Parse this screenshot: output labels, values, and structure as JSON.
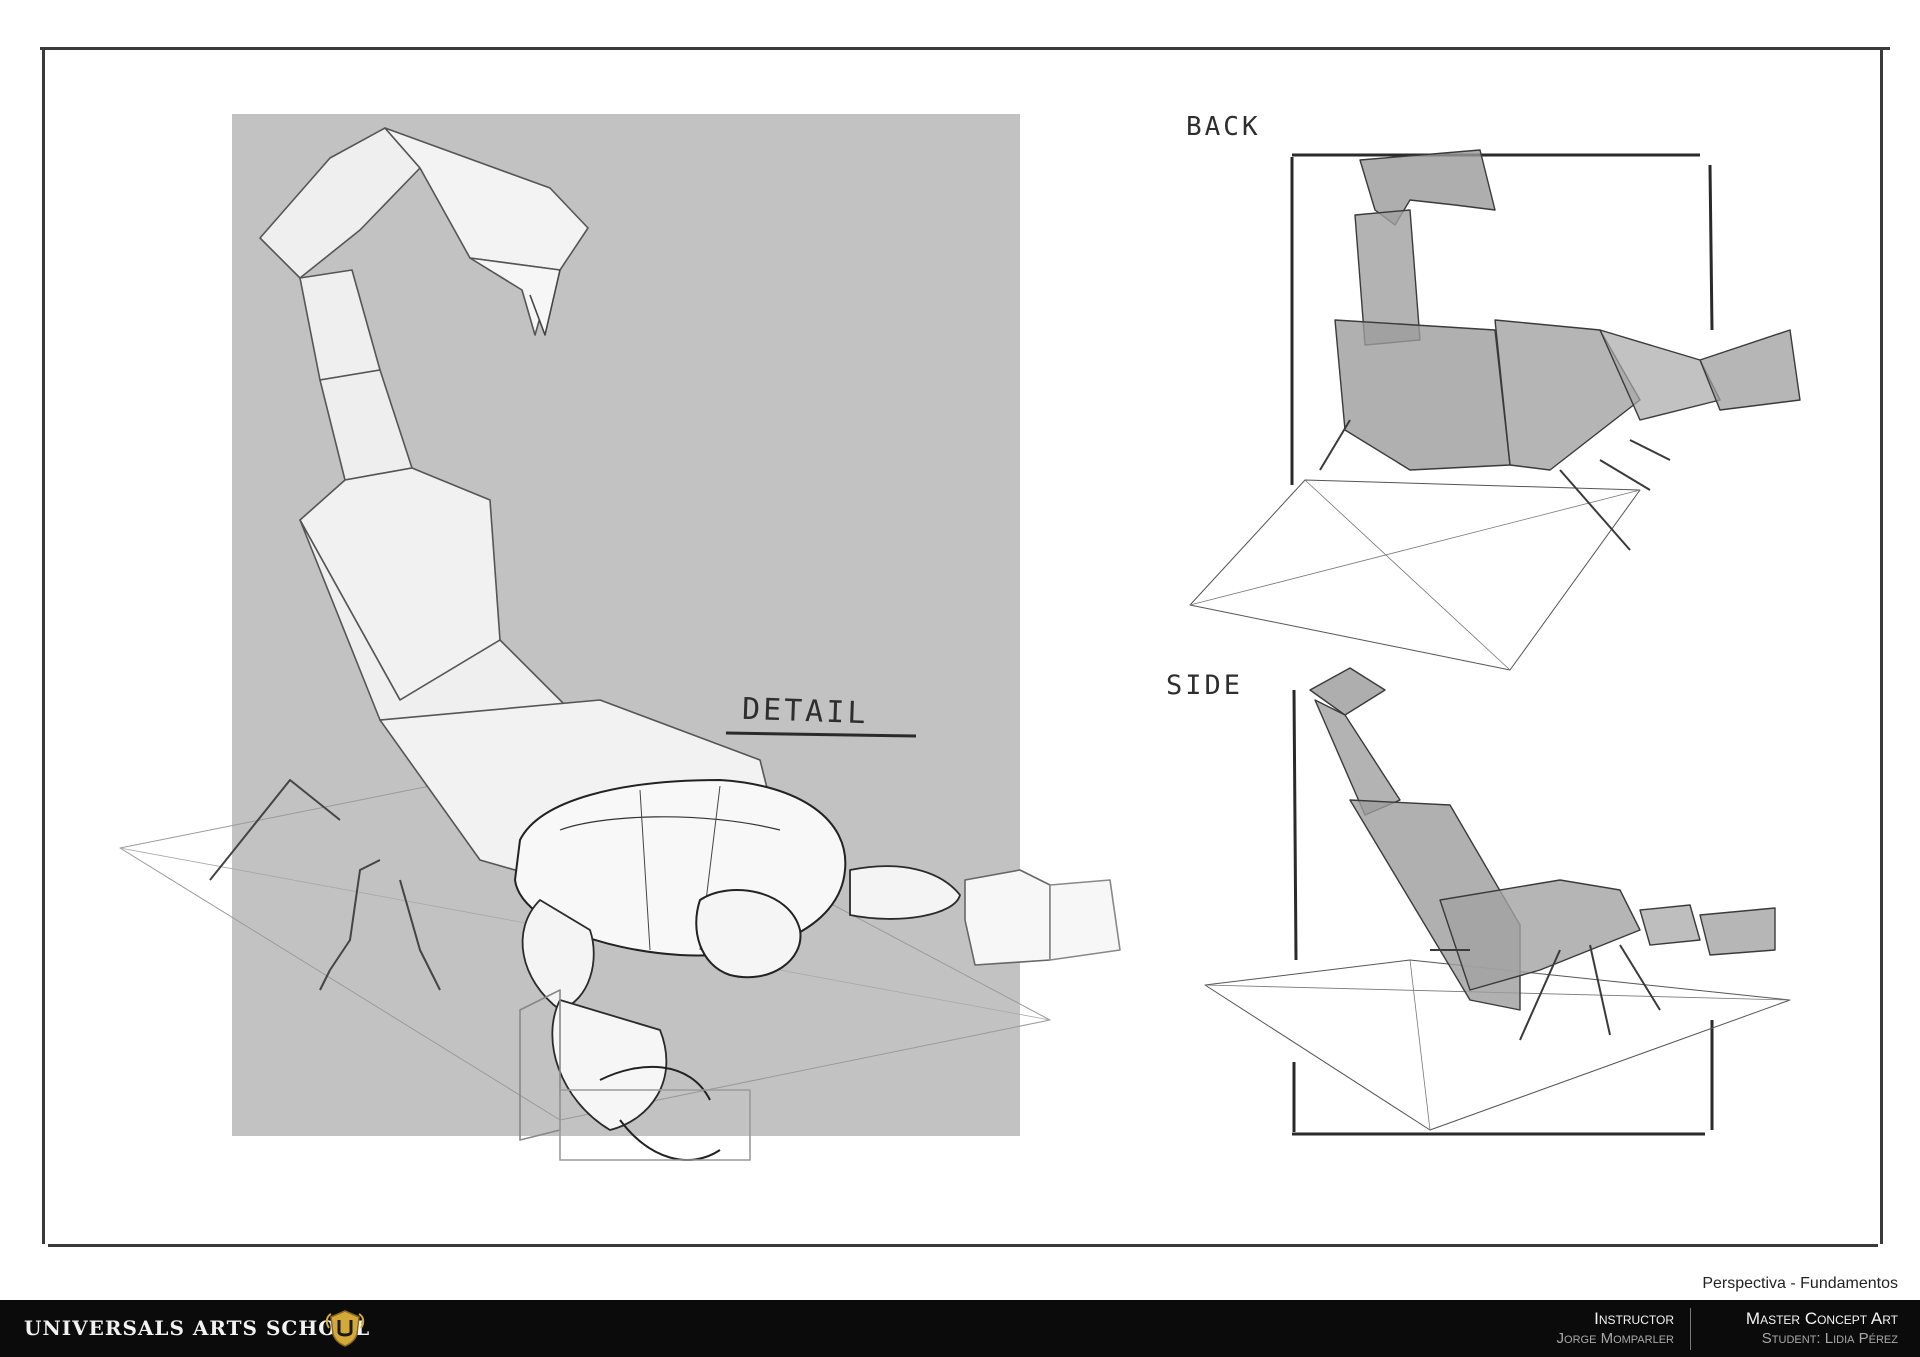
{
  "sheet": {
    "labels": {
      "detail": "DETAIL",
      "back": "BACK",
      "side": "SIDE"
    },
    "subject_caption": "Perspectiva - Fundamentos"
  },
  "footer": {
    "school_name": "UNIVERSALS ARTS SCHOOL",
    "logo_icon": "shield-logo-icon",
    "instructor_title": "Instructor",
    "instructor_name": "Jorge Momparler",
    "course_title": "Master Concept Art",
    "student": "Student: Lidia Pérez"
  },
  "colors": {
    "panel_gray": "#c2c2c2",
    "box_fill_gray": "#9a9a9a",
    "line_dark": "#3a3a3a",
    "footer_bg": "#0b0b0b",
    "logo_gold": "#d4a93a"
  }
}
